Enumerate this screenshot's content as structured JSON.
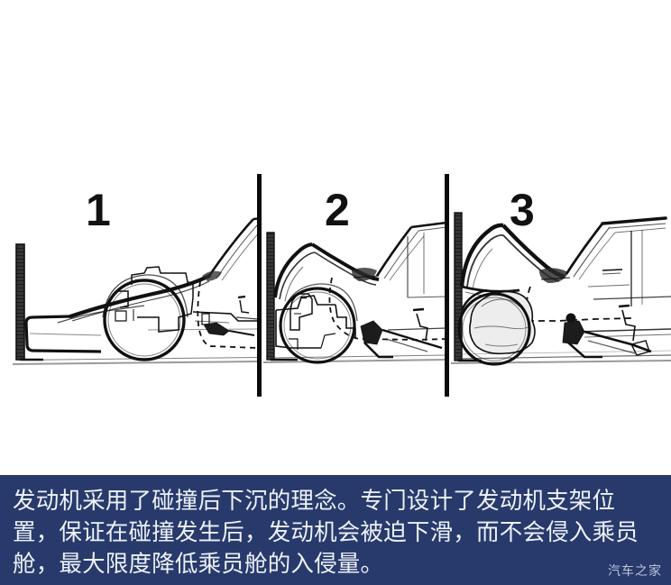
{
  "illustration": {
    "alt": "engine-drop-crash-sequence-line-drawing",
    "background_color": "#ffffff",
    "ink_color": "#111111",
    "panels": [
      {
        "number": "1",
        "name": "panel-1-before-impact",
        "description": "Car at rest against rigid barrier, engine and front structure intact"
      },
      {
        "number": "2",
        "name": "panel-2-initial-crush",
        "description": "Front end crumples, hood folds upward, engine begins to slide down"
      },
      {
        "number": "3",
        "name": "panel-3-full-crush",
        "description": "Maximum deformation, engine forced down and under, cabin preserved"
      }
    ]
  },
  "caption": {
    "text": "发动机采用了碰撞后下沉的理念。专门设计了发动机支架位置，保证在碰撞发生后，发动机会被迫下滑，而不会侵入乘员舱，最大限度降低乘员舱的入侵量。",
    "background_color": "#273a6b",
    "text_color": "#eef1f7"
  },
  "watermark": {
    "text": "汽车之家",
    "color": "#c9d0e2"
  }
}
